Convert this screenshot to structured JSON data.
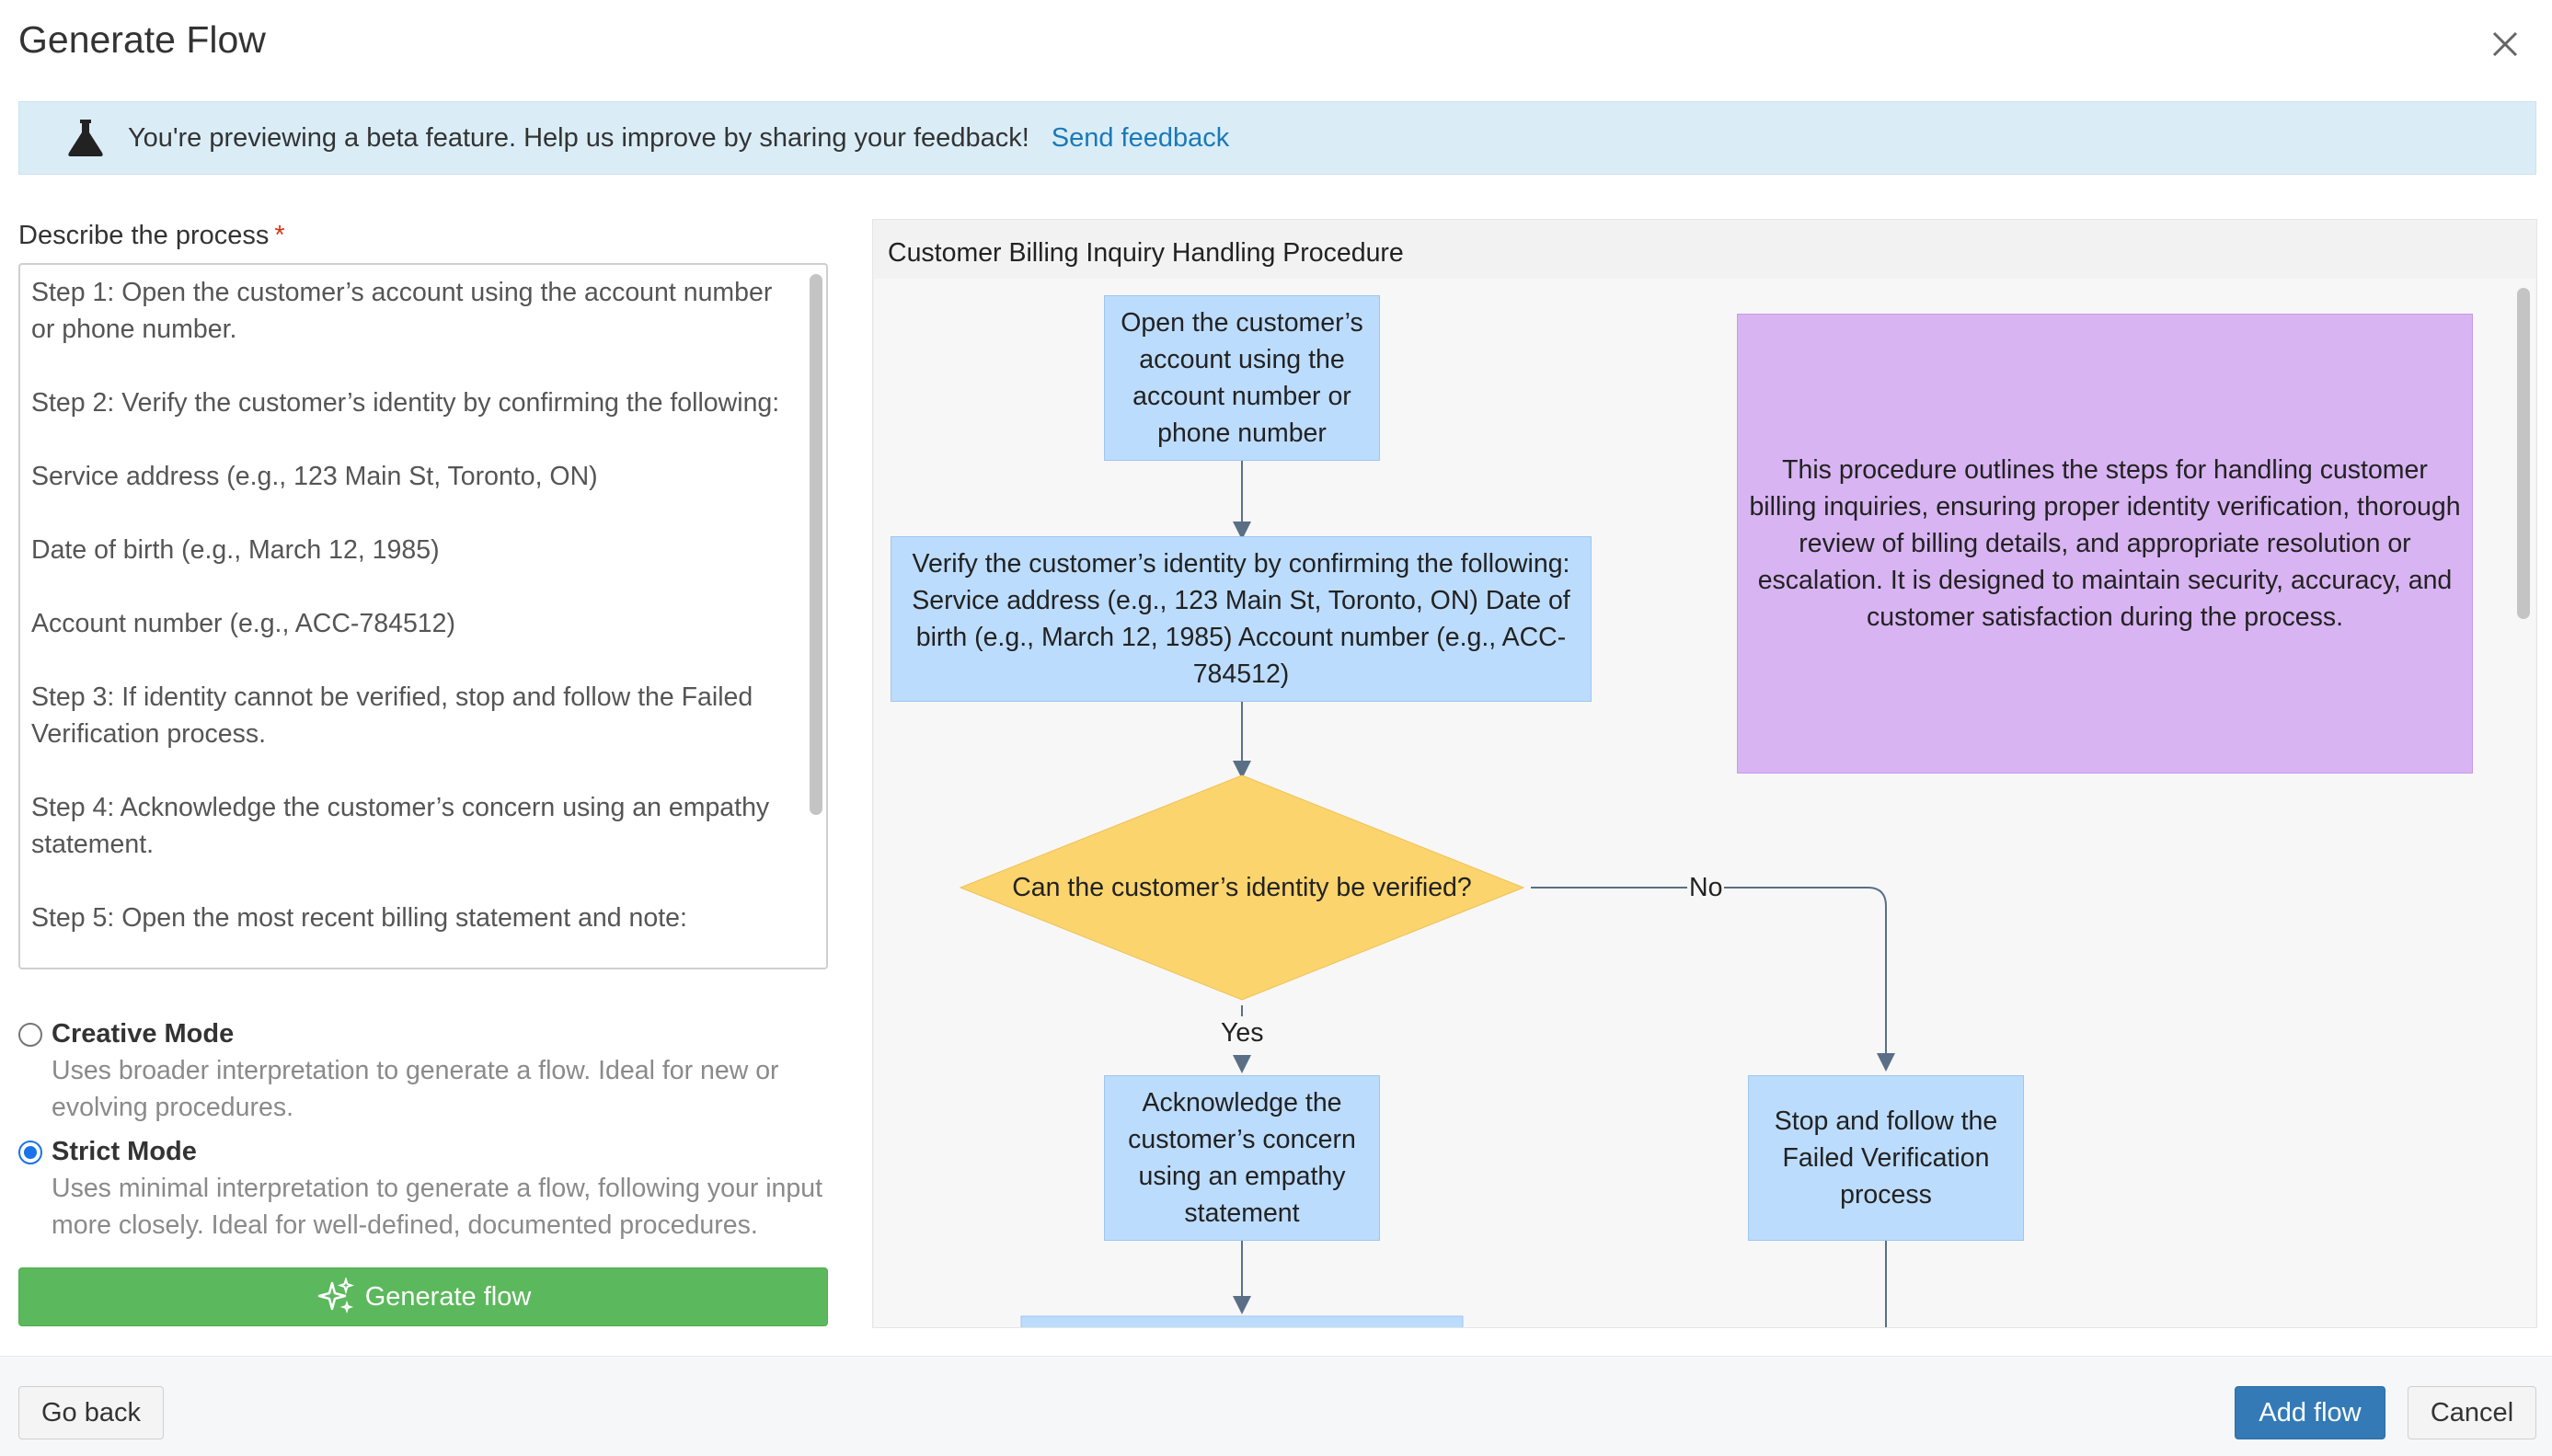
{
  "dialog": {
    "title": "Generate Flow"
  },
  "banner": {
    "message": "You're previewing a beta feature. Help us improve by sharing your feedback!",
    "link": "Send feedback"
  },
  "process": {
    "label": "Describe the process",
    "required_mark": "*",
    "paragraphs": [
      "Step 1: Open the customer’s account using the account number or phone number.",
      "Step 2: Verify the customer’s identity by confirming the following:",
      "Service address (e.g., 123 Main St, Toronto, ON)",
      "Date of birth (e.g., March 12, 1985)",
      "Account number (e.g., ACC-784512)",
      "Step 3: If identity cannot be verified, stop and follow the Failed Verification process.",
      "Step 4: Acknowledge the customer’s concern using an empathy statement.",
      "Step 5: Open the most recent billing statement and note:"
    ]
  },
  "modes": {
    "creative": {
      "label": "Creative Mode",
      "description": "Uses broader interpretation to generate a flow. Ideal for new or evolving procedures.",
      "selected": false
    },
    "strict": {
      "label": "Strict Mode",
      "description": "Uses minimal interpretation to generate a flow, following your input more closely. Ideal for well-defined, documented procedures.",
      "selected": true
    }
  },
  "generate_button": "Generate flow",
  "preview": {
    "title": "Customer Billing Inquiry Handling Procedure",
    "nodes": {
      "open_account": "Open the customer’s account using the account number or phone number",
      "verify_identity": "Verify the customer’s identity by confirming the following: Service address (e.g., 123 Main St, Toronto, ON) Date of birth (e.g., March 12, 1985) Account number (e.g., ACC-784512)",
      "decision": "Can the customer’s identity be verified?",
      "acknowledge": "Acknowledge the customer’s concern using an empathy statement",
      "failed_verification": "Stop and follow the Failed Verification process"
    },
    "note": "This procedure outlines the steps for handling customer billing inquiries, ensuring proper identity verification, thorough review of billing details, and appropriate resolution or escalation. It is designed to maintain security, accuracy, and customer satisfaction during the process.",
    "edge_labels": {
      "no": "No",
      "yes": "Yes"
    }
  },
  "footer": {
    "back": "Go back",
    "add": "Add flow",
    "cancel": "Cancel"
  },
  "colors": {
    "node": "#bcdcfd",
    "decision": "#fbd46d",
    "note": "#d8b4f2",
    "banner": "#daedf7",
    "generate": "#5cb85c",
    "primary": "#337ab7"
  },
  "icons": [
    "close-icon",
    "flask-icon",
    "sparkle-icon"
  ]
}
